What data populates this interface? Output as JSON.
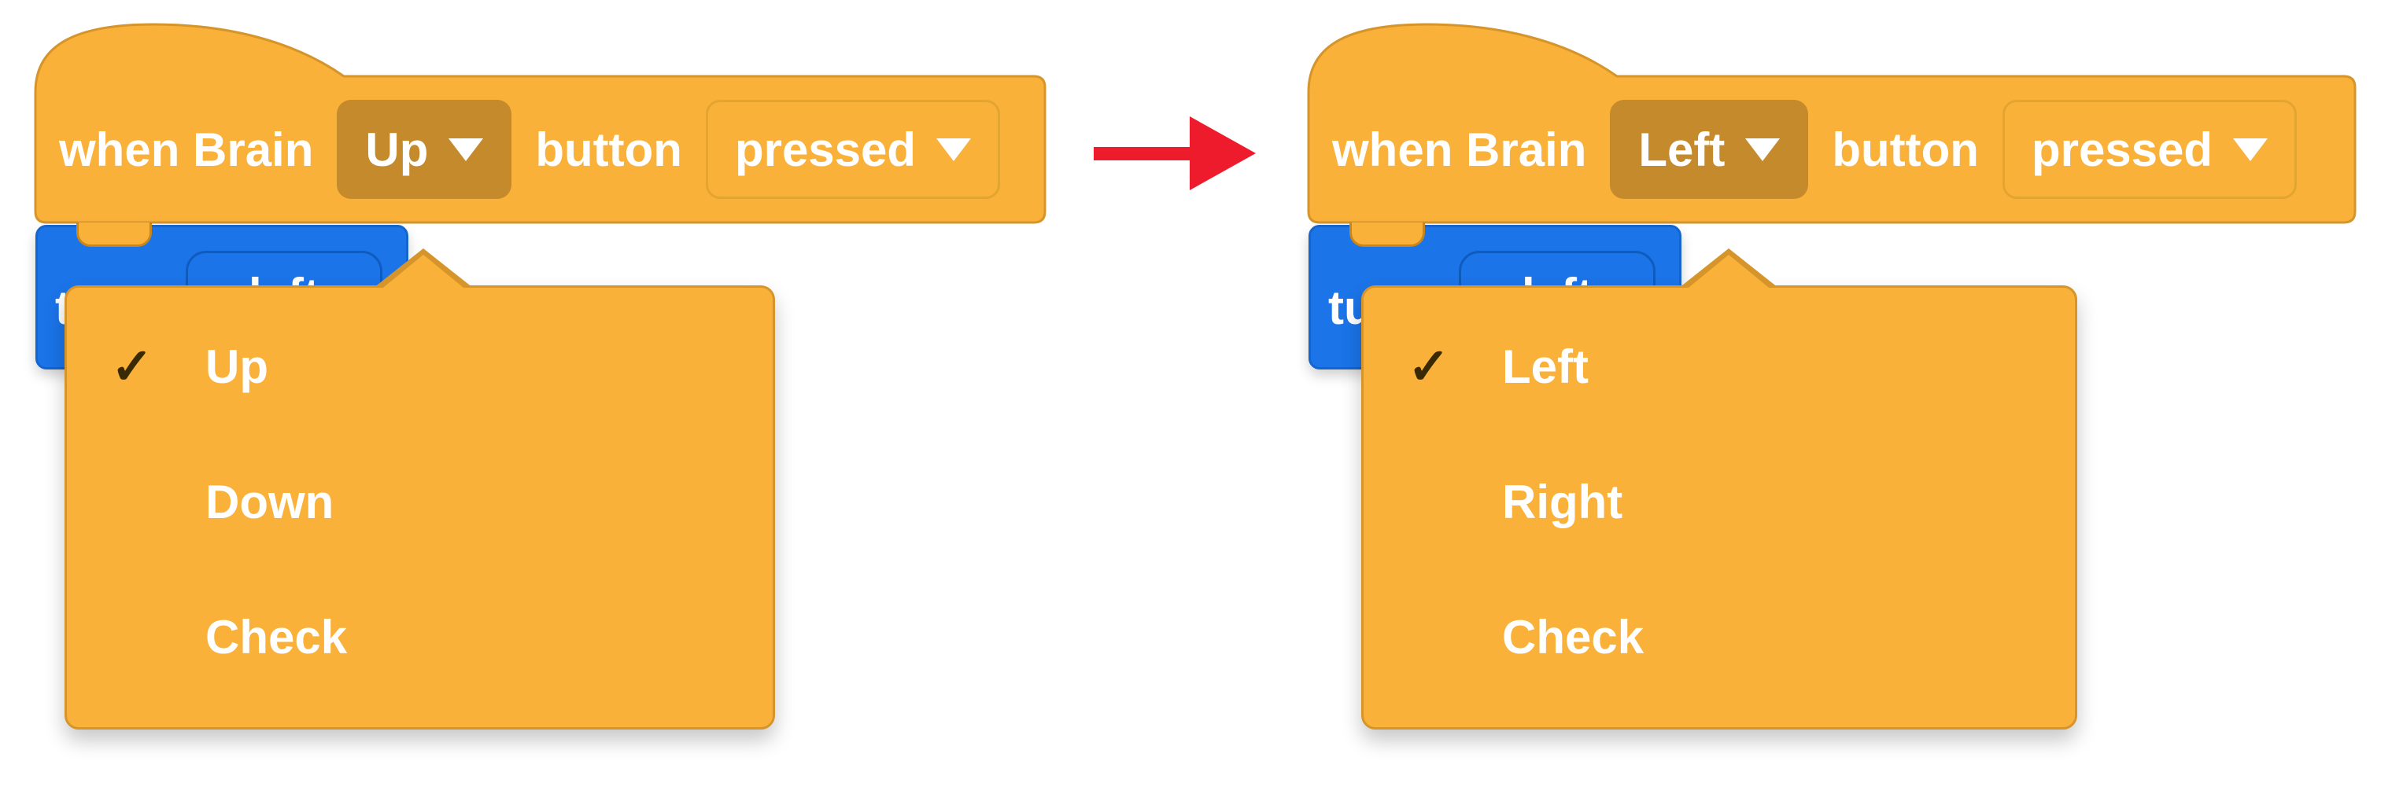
{
  "colors": {
    "block_orange": "#F9B13A",
    "block_orange_border": "#D6952A",
    "selected_field_orange": "#C58A2B",
    "turn_block_blue": "#1B74E8",
    "arrow_red": "#EE1B2D",
    "menu_text": "#FFFFFF",
    "check_color": "#3A2A03"
  },
  "icons": {
    "check_glyph": "✓",
    "dropdown_caret": "caret-down",
    "menu_pointer": "caret-up",
    "arrow": "right-arrow"
  },
  "left_script": {
    "hat_block": {
      "label_start": "when Brain",
      "button_value": "Up",
      "label_mid": "button",
      "state_value": "pressed"
    },
    "turn_block": {
      "label_fragment": "tu",
      "field_value": "left"
    },
    "menu": {
      "items": [
        {
          "label": "Up",
          "checked": true
        },
        {
          "label": "Down",
          "checked": false
        },
        {
          "label": "Check",
          "checked": false
        }
      ]
    }
  },
  "right_script": {
    "hat_block": {
      "label_start": "when Brain",
      "button_value": "Left",
      "label_mid": "button",
      "state_value": "pressed"
    },
    "turn_block": {
      "label_fragment": "tu",
      "field_value": "left"
    },
    "menu": {
      "items": [
        {
          "label": "Left",
          "checked": true
        },
        {
          "label": "Right",
          "checked": false
        },
        {
          "label": "Check",
          "checked": false
        }
      ]
    }
  }
}
